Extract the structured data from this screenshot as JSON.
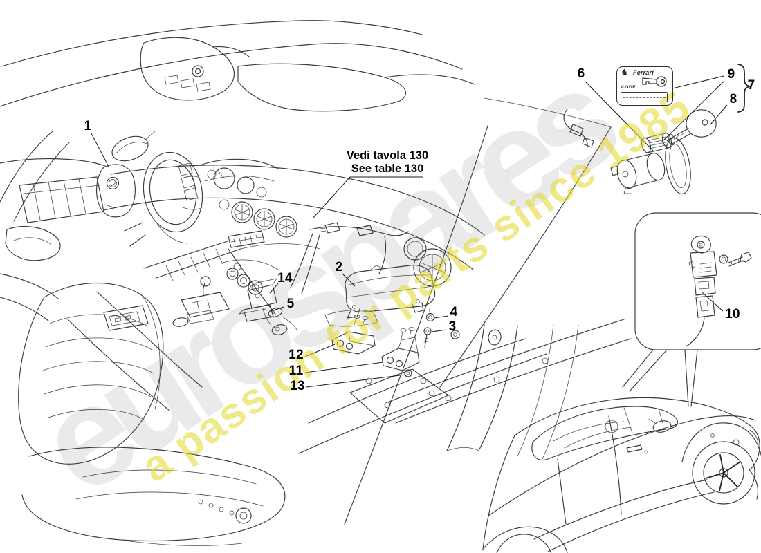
{
  "diagram": {
    "reference_note": {
      "line1": "Vedi tavola 130",
      "line2": "See table 130"
    },
    "code_card": {
      "brand": "Ferrari",
      "code_label": "CODE"
    },
    "watermark": {
      "word": "eurospares",
      "slogan": "a passion for parts since 1985",
      "word_color": "#eaeaea",
      "slogan_color": "#e4d728"
    },
    "line_color": "#3a3a3a",
    "part_labels": [
      {
        "id": "1"
      },
      {
        "id": "2"
      },
      {
        "id": "14"
      },
      {
        "id": "5"
      },
      {
        "id": "4"
      },
      {
        "id": "3"
      },
      {
        "id": "12"
      },
      {
        "id": "11"
      },
      {
        "id": "13"
      },
      {
        "id": "6"
      },
      {
        "id": "9"
      },
      {
        "id": "7"
      },
      {
        "id": "8"
      },
      {
        "id": "10"
      }
    ]
  }
}
